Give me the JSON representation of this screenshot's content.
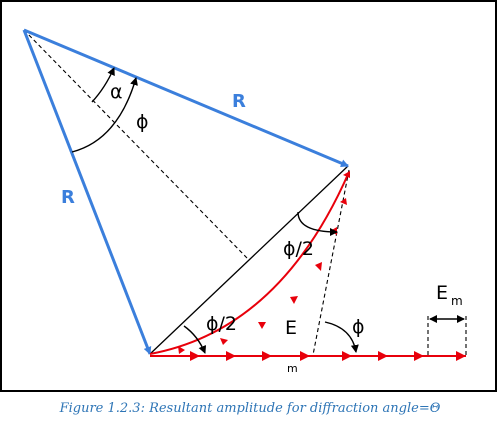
{
  "labels": {
    "radius_top": "R",
    "radius_left": "R",
    "alpha": "α",
    "phi": "ϕ",
    "phi_half_upper": "ϕ/2",
    "phi_half_lower": "ϕ/2",
    "resultant": "E",
    "subscript_m": "m",
    "phi_right": "ϕ",
    "em_main": "E",
    "em_sub": "m"
  },
  "caption": "Figure 1.2.3: Resultant amplitude for diffraction angle=Θ",
  "colors": {
    "radius": "#3b7fdc",
    "phasor": "#e8000b",
    "construction": "#000000",
    "caption": "#2e75b6"
  }
}
